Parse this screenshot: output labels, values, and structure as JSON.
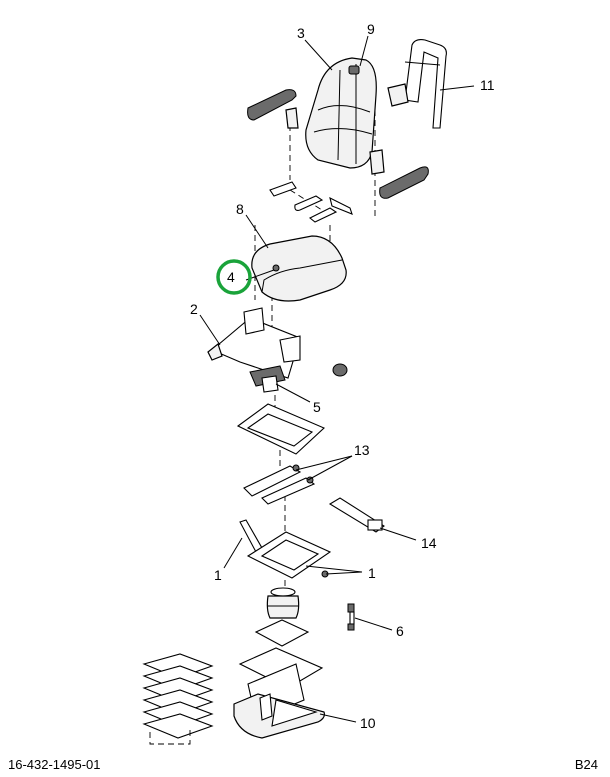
{
  "callouts": {
    "c3": "3",
    "c9": "9",
    "c11": "11",
    "c8": "8",
    "c4": "4",
    "c2": "2",
    "c5": "5",
    "c13": "13",
    "c14": "14",
    "c1a": "1",
    "c1b": "1",
    "c6": "6",
    "c10": "10"
  },
  "footer": {
    "drawing_number": "16-432-1495-01",
    "page_ref": "B24"
  },
  "highlight": {
    "callout": "4",
    "color": "#1aa33a"
  }
}
